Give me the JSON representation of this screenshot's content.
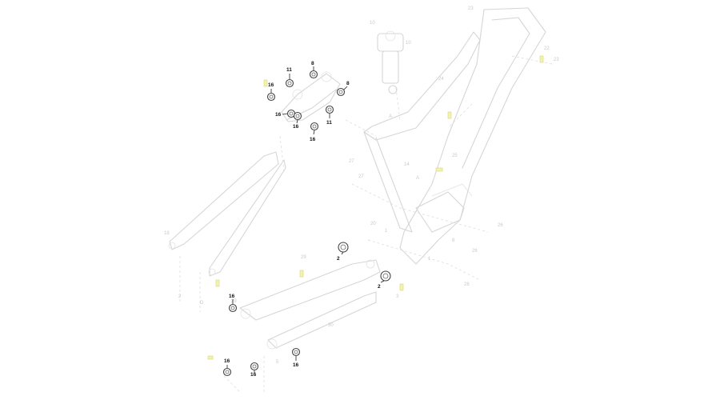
{
  "hardware_callouts": [
    {
      "id": "c1",
      "label": "11"
    },
    {
      "id": "c2",
      "label": "8"
    },
    {
      "id": "c3",
      "label": "16"
    },
    {
      "id": "c4",
      "label": "8"
    },
    {
      "id": "c5",
      "label": "16"
    },
    {
      "id": "c6",
      "label": "16"
    },
    {
      "id": "c7",
      "label": "11"
    },
    {
      "id": "c8",
      "label": "16"
    },
    {
      "id": "c9",
      "label": "2"
    },
    {
      "id": "c10",
      "label": "2"
    },
    {
      "id": "c11",
      "label": "16"
    },
    {
      "id": "c12",
      "label": "16"
    },
    {
      "id": "c13",
      "label": "16"
    },
    {
      "id": "c14",
      "label": "16"
    }
  ],
  "faint_labels": [
    {
      "id": "f1",
      "label": "23"
    },
    {
      "id": "f2",
      "label": "22"
    },
    {
      "id": "f3",
      "label": "23"
    },
    {
      "id": "f4",
      "label": "10"
    },
    {
      "id": "f5",
      "label": "10"
    },
    {
      "id": "f6",
      "label": "24"
    },
    {
      "id": "f7",
      "label": "25"
    },
    {
      "id": "f8",
      "label": "27"
    },
    {
      "id": "f9",
      "label": "27"
    },
    {
      "id": "f10",
      "label": "14"
    },
    {
      "id": "f11",
      "label": "26"
    },
    {
      "id": "f12",
      "label": "26"
    },
    {
      "id": "f13",
      "label": "28"
    },
    {
      "id": "f14",
      "label": "20"
    },
    {
      "id": "f15",
      "label": "29"
    },
    {
      "id": "f16",
      "label": "29"
    },
    {
      "id": "f17",
      "label": "30"
    },
    {
      "id": "f18",
      "label": "18"
    },
    {
      "id": "f19",
      "label": "A"
    },
    {
      "id": "f20",
      "label": "A"
    },
    {
      "id": "f21",
      "label": "3"
    },
    {
      "id": "f22",
      "label": "5"
    },
    {
      "id": "f23",
      "label": "1"
    },
    {
      "id": "f24",
      "label": "8"
    },
    {
      "id": "f25",
      "label": "1"
    },
    {
      "id": "f26",
      "label": "D"
    },
    {
      "id": "f27",
      "label": "2"
    }
  ]
}
